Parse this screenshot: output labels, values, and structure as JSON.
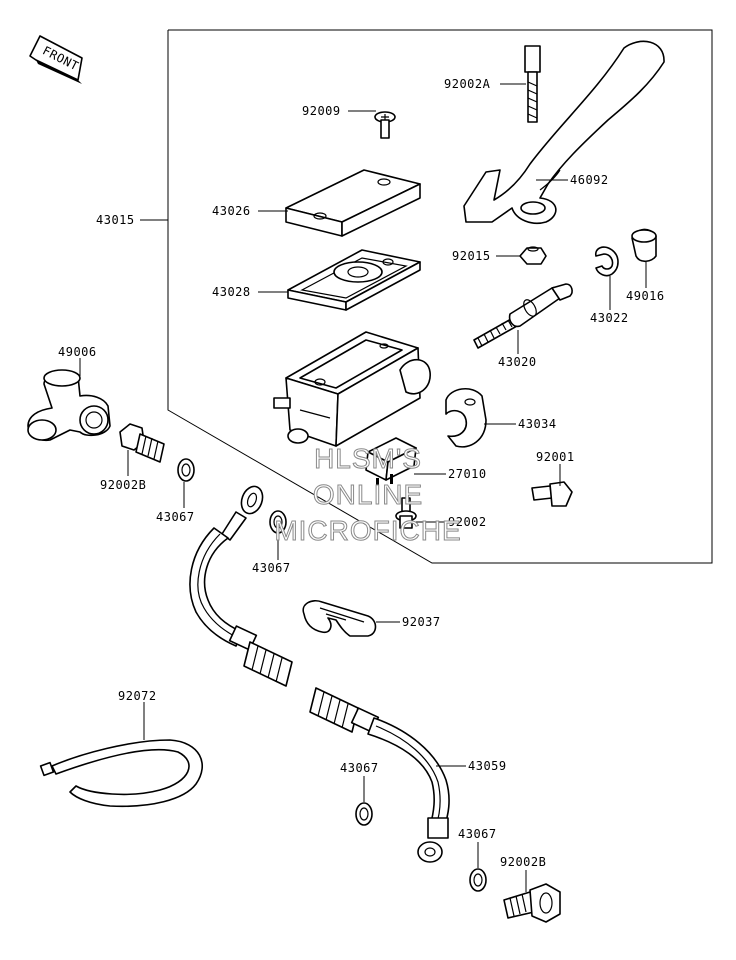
{
  "orientation": {
    "front_label": "FRONT"
  },
  "parts": [
    {
      "id": "p-92002a",
      "number": "92002A"
    },
    {
      "id": "p-92009",
      "number": "92009"
    },
    {
      "id": "p-46092",
      "number": "46092"
    },
    {
      "id": "p-43015",
      "number": "43015"
    },
    {
      "id": "p-43026",
      "number": "43026"
    },
    {
      "id": "p-92015",
      "number": "92015"
    },
    {
      "id": "p-43028",
      "number": "43028"
    },
    {
      "id": "p-49016",
      "number": "49016"
    },
    {
      "id": "p-43022",
      "number": "43022"
    },
    {
      "id": "p-43020",
      "number": "43020"
    },
    {
      "id": "p-49006",
      "number": "49006"
    },
    {
      "id": "p-43034",
      "number": "43034"
    },
    {
      "id": "p-92001",
      "number": "92001"
    },
    {
      "id": "p-27010",
      "number": "27010"
    },
    {
      "id": "p-92002b-top",
      "number": "92002B"
    },
    {
      "id": "p-43067-a",
      "number": "43067"
    },
    {
      "id": "p-92002",
      "number": "92002"
    },
    {
      "id": "p-43067-b",
      "number": "43067"
    },
    {
      "id": "p-92037",
      "number": "92037"
    },
    {
      "id": "p-92072",
      "number": "92072"
    },
    {
      "id": "p-43059",
      "number": "43059"
    },
    {
      "id": "p-43067-c",
      "number": "43067"
    },
    {
      "id": "p-43067-d",
      "number": "43067"
    },
    {
      "id": "p-92002b-bottom",
      "number": "92002B"
    }
  ],
  "watermark": {
    "line1": "HLSM'S",
    "line2": "ONLINE",
    "line3": "MICROFICHE"
  }
}
